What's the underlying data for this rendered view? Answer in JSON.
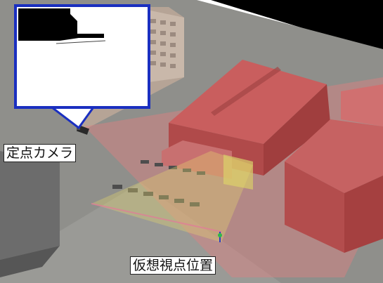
{
  "labels": {
    "fixed_camera": "定点カメラ",
    "virtual_viewpoint": "仮想視点位置"
  },
  "colors": {
    "ground": "#8c8c88",
    "sky": "#000000",
    "building_left": "#b9a79a",
    "warehouse_roof": "#c85a5a",
    "warehouse_wall": "#b34848",
    "camera_view_overlay": "#e08080",
    "virtual_view_overlay": "#e6d86c",
    "inset_border": "#1a2fc0"
  },
  "inset": {
    "content": "camera-view-preview"
  },
  "icons": {
    "camera": "security-camera-icon",
    "viewpoint": "viewpoint-marker-icon"
  }
}
